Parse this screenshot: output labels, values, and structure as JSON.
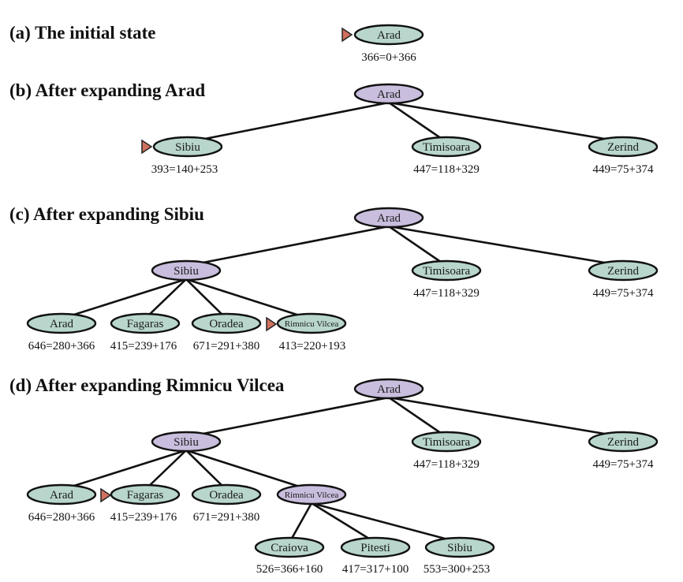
{
  "panels": [
    {
      "title": "(a) The initial state",
      "nodes": [
        {
          "label": "Arad",
          "state": "frontier",
          "cost": "366=0+366",
          "pointer": true
        }
      ]
    },
    {
      "title": "(b) After expanding Arad",
      "nodes": [
        {
          "label": "Arad",
          "state": "expanded"
        },
        {
          "label": "Sibiu",
          "state": "frontier",
          "cost": "393=140+253",
          "pointer": true
        },
        {
          "label": "Timisoara",
          "state": "frontier",
          "cost": "447=118+329"
        },
        {
          "label": "Zerind",
          "state": "frontier",
          "cost": "449=75+374"
        }
      ]
    },
    {
      "title": "(c) After expanding Sibiu",
      "nodes": [
        {
          "label": "Arad",
          "state": "expanded"
        },
        {
          "label": "Sibiu",
          "state": "expanded"
        },
        {
          "label": "Timisoara",
          "state": "frontier",
          "cost": "447=118+329"
        },
        {
          "label": "Zerind",
          "state": "frontier",
          "cost": "449=75+374"
        },
        {
          "label": "Arad",
          "state": "frontier",
          "cost": "646=280+366"
        },
        {
          "label": "Fagaras",
          "state": "frontier",
          "cost": "415=239+176"
        },
        {
          "label": "Oradea",
          "state": "frontier",
          "cost": "671=291+380"
        },
        {
          "label": "Rimnicu Vilcea",
          "state": "frontier",
          "cost": "413=220+193",
          "pointer": true
        }
      ]
    },
    {
      "title": "(d) After expanding Rimnicu Vilcea",
      "nodes": [
        {
          "label": "Arad",
          "state": "expanded"
        },
        {
          "label": "Sibiu",
          "state": "expanded"
        },
        {
          "label": "Timisoara",
          "state": "frontier",
          "cost": "447=118+329"
        },
        {
          "label": "Zerind",
          "state": "frontier",
          "cost": "449=75+374"
        },
        {
          "label": "Arad",
          "state": "frontier",
          "cost": "646=280+366"
        },
        {
          "label": "Fagaras",
          "state": "frontier",
          "cost": "415=239+176",
          "pointer": true
        },
        {
          "label": "Oradea",
          "state": "frontier",
          "cost": "671=291+380"
        },
        {
          "label": "Rimnicu Vilcea",
          "state": "expanded"
        },
        {
          "label": "Craiova",
          "state": "frontier",
          "cost": "526=366+160"
        },
        {
          "label": "Pitesti",
          "state": "frontier",
          "cost": "417=317+100"
        },
        {
          "label": "Sibiu",
          "state": "frontier",
          "cost": "553=300+253"
        }
      ]
    }
  ],
  "colors": {
    "frontier": "#b8d6cc",
    "expanded": "#c9bedd",
    "pointer": "#d0705e"
  }
}
